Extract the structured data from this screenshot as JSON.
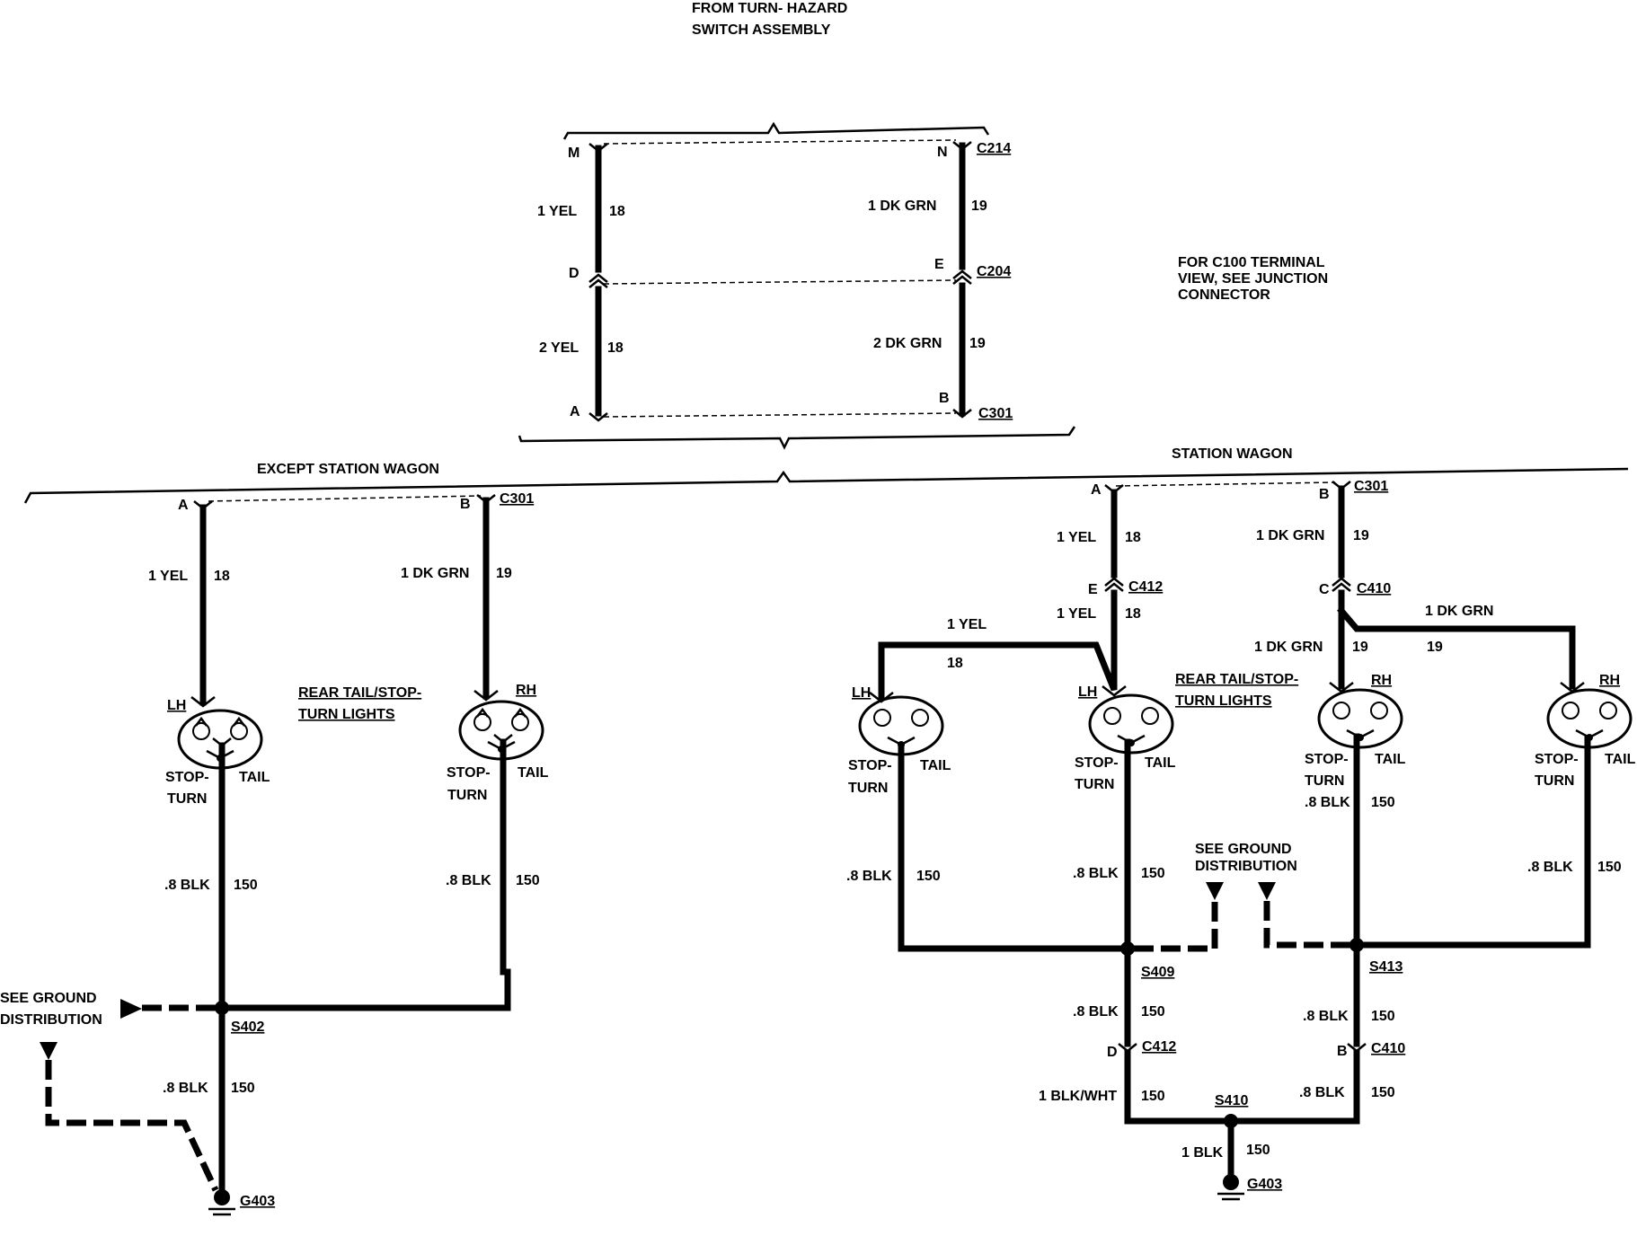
{
  "header": {
    "source_line1": "FROM TURN- HAZARD",
    "source_line2": "SWITCH ASSEMBLY"
  },
  "note": {
    "line1": "FOR C100 TERMINAL",
    "line2": "VIEW, SEE JUNCTION",
    "line3": "CONNECTOR"
  },
  "sections": {
    "except_wagon": "EXCEPT STATION WAGON",
    "wagon": "STATION WAGON"
  },
  "top": {
    "term_m": "M",
    "term_n": "N",
    "conn_c214": "C214",
    "term_d": "D",
    "term_e": "E",
    "conn_c204": "C204",
    "term_a": "A",
    "term_b": "B",
    "conn_c301": "C301",
    "w1_left": "1 YEL",
    "w1_left_num": "18",
    "w1_right": "1 DK GRN",
    "w1_right_num": "19",
    "w2_left": "2 YEL",
    "w2_left_num": "18",
    "w2_right": "2 DK GRN",
    "w2_right_num": "19"
  },
  "left": {
    "term_a": "A",
    "term_b": "B",
    "conn_c301": "C301",
    "yel": "1 YEL",
    "yel_num": "18",
    "grn": "1 DK GRN",
    "grn_num": "19",
    "lh": "LH",
    "rh": "RH",
    "lights1": "REAR TAIL/STOP-",
    "lights2": "TURN LIGHTS",
    "stop": "STOP-",
    "turn": "TURN",
    "tail": "TAIL",
    "blk": ".8 BLK",
    "blk_num": "150",
    "see_gnd1": "SEE GROUND",
    "see_gnd2": "DISTRIBUTION",
    "splice": "S402",
    "ground": "G403"
  },
  "right": {
    "term_a": "A",
    "term_b": "B",
    "conn_c301": "C301",
    "term_e": "E",
    "conn_c412": "C412",
    "term_c": "C",
    "conn_c410": "C410",
    "yel": "1 YEL",
    "yel_num": "18",
    "grn": "1 DK GRN",
    "grn_num": "19",
    "lh": "LH",
    "rh": "RH",
    "lights1": "REAR TAIL/STOP-",
    "lights2": "TURN LIGHTS",
    "stop": "STOP-",
    "turn": "TURN",
    "tail": "TAIL",
    "blk": ".8 BLK",
    "blk_num": "150",
    "see_gnd1": "SEE GROUND",
    "see_gnd2": "DISTRIBUTION",
    "s409": "S409",
    "s413": "S413",
    "s410": "S410",
    "term_d": "D",
    "term_b2": "B",
    "blkwht": "1 BLK/WHT",
    "blk1": "1 BLK",
    "ground": "G403"
  }
}
